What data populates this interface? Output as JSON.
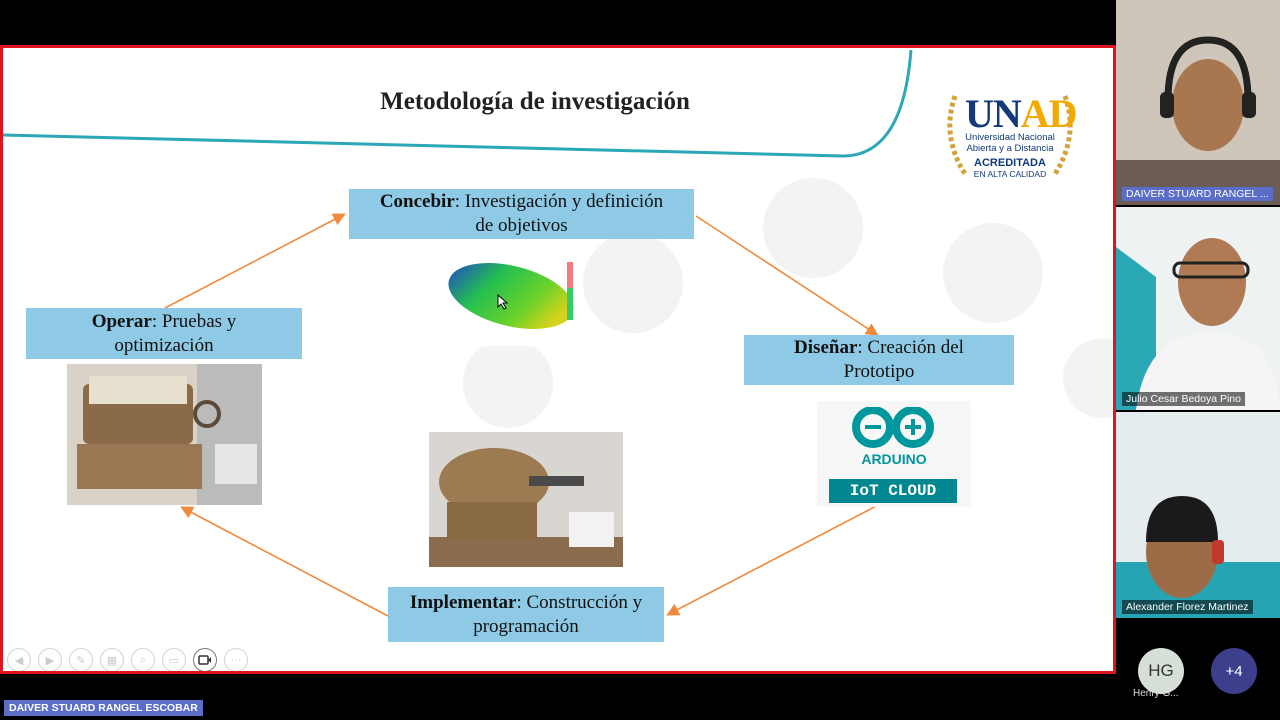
{
  "slide": {
    "title": "Metodología de investigación",
    "boxes": {
      "concebir": {
        "term": "Concebir",
        "rest": ": Investigación y definición",
        "line2": "de objetivos"
      },
      "disenar": {
        "term": "Diseñar",
        "rest": ": Creación del",
        "line2": "Prototipo"
      },
      "implementar": {
        "term": "Implementar",
        "rest": ": Construcción y",
        "line2": "programación"
      },
      "operar": {
        "term": "Operar",
        "rest": ": Pruebas y",
        "line2": "optimización"
      }
    },
    "logo": {
      "word_u": "UN",
      "word_ad": "AD",
      "line1": "Universidad Nacional",
      "line2": "Abierta y a Distancia",
      "accredited": "ACREDITADA",
      "accredited_sub": "EN ALTA CALIDAD"
    },
    "arduino": {
      "brand": "ARDUINO",
      "product": "IoT CLOUD"
    },
    "colors": {
      "box": "#8ecae6",
      "arrow": "#f08a3c",
      "frame": "#e0141e",
      "teal_line": "#2ba7b5"
    }
  },
  "toolbar_icons": [
    "prev-icon",
    "next-icon",
    "pen-icon",
    "pages-icon",
    "zoom-icon",
    "subtitles-icon",
    "camera-icon",
    "more-icon"
  ],
  "participants": [
    {
      "name": "DAIVER STUARD RANGEL ..."
    },
    {
      "name": "Julio Cesar Bedoya Pino"
    },
    {
      "name": "Alexander Florez Martinez"
    }
  ],
  "active_speaker": "DAIVER STUARD RANGEL ESCOBAR",
  "others": {
    "initials": "HG",
    "name": "Henry G...",
    "more_count": "+4"
  }
}
